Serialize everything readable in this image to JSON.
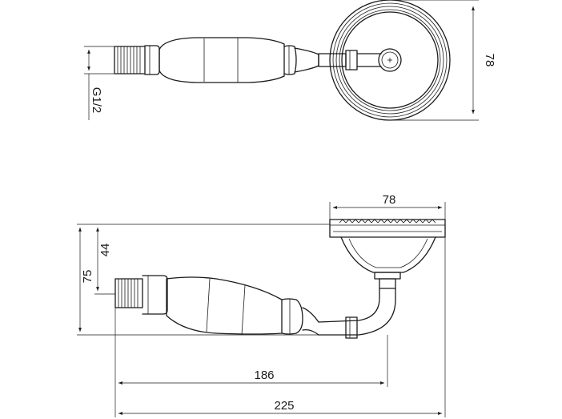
{
  "dimensions": {
    "top_view": {
      "height": "78",
      "thread": "G1/2"
    },
    "side_view": {
      "head_diameter": "78",
      "head_height": "44",
      "overall_height": "75",
      "handle_length": "186",
      "overall_length": "225"
    }
  }
}
